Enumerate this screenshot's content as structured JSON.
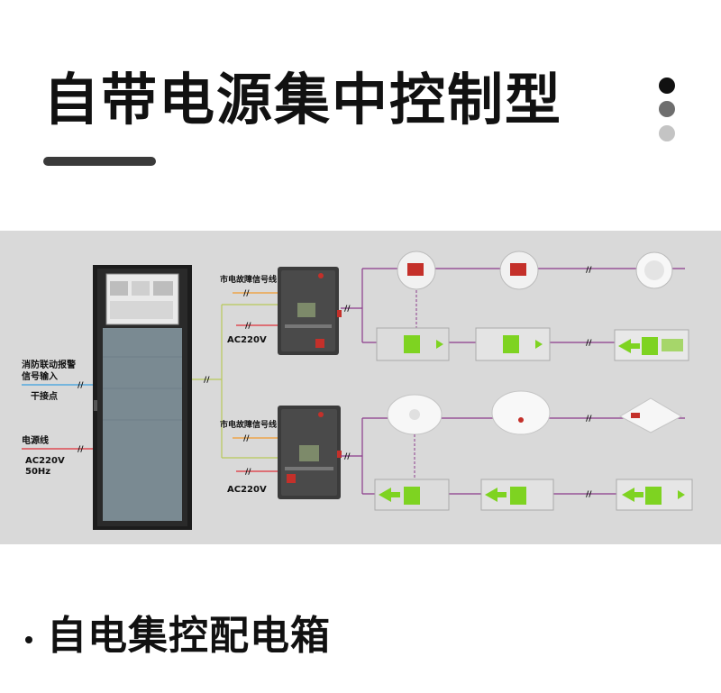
{
  "header": {
    "title": "自带电源集中控制型"
  },
  "diagram": {
    "labels": {
      "fire_alarm_line1": "消防联动报警",
      "fire_alarm_line2": "信号输入",
      "dry_contact": "干接点",
      "power_line": "电源线",
      "power_spec_ac": "AC220V",
      "power_spec_hz": "50Hz",
      "mains_fault_1": "市电故障信号线",
      "mains_fault_2": "市电故障信号线",
      "ac_1": "AC220V",
      "ac_2": "AC220V"
    },
    "colors": {
      "background": "#d9d9d9",
      "orange_line": "#f29a2e",
      "red_line": "#e0303a",
      "blue_line": "#3aa0e0",
      "green_line": "#b8c95a",
      "purple_line": "#8a3a8a",
      "sign_green": "#7ed321"
    }
  },
  "section": {
    "title": "自电集控配电箱"
  }
}
